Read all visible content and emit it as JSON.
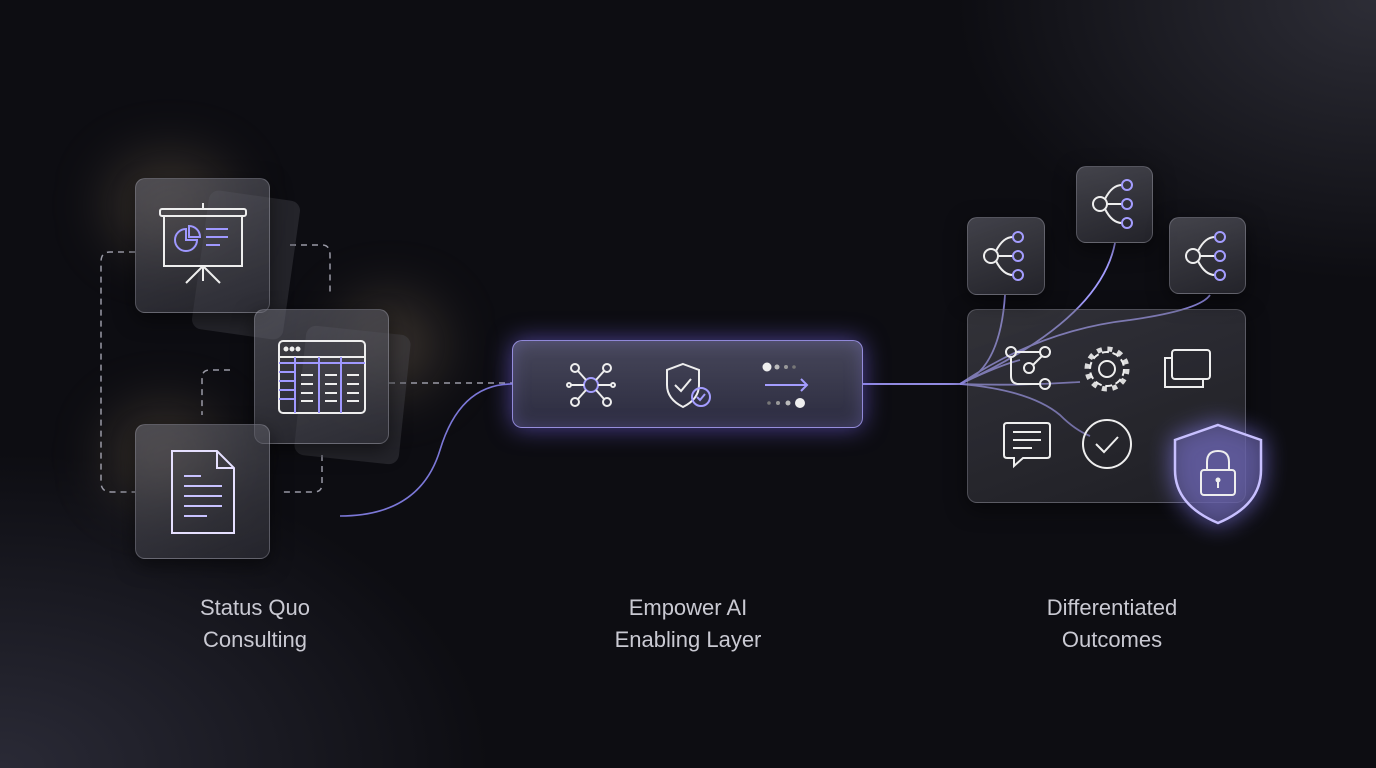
{
  "stages": [
    {
      "line1": "Status Quo",
      "line2": "Consulting"
    },
    {
      "line1": "Empower AI",
      "line2": "Enabling Layer"
    },
    {
      "line1": "Differentiated",
      "line2": "Outcomes"
    }
  ],
  "colors": {
    "accent": "#8f86ff",
    "stroke": "#e6e6ee",
    "background": "#0d0d12"
  },
  "icons": {
    "left": [
      "presentation-icon",
      "spreadsheet-icon",
      "document-icon"
    ],
    "middle": [
      "network-hub-icon",
      "shield-check-icon",
      "data-flow-icon"
    ],
    "right": [
      "branch-icon",
      "branch-icon",
      "branch-icon",
      "workflow-icon",
      "gear-icon",
      "windows-icon",
      "chat-icon",
      "check-circle-icon",
      "shield-lock-icon"
    ]
  }
}
